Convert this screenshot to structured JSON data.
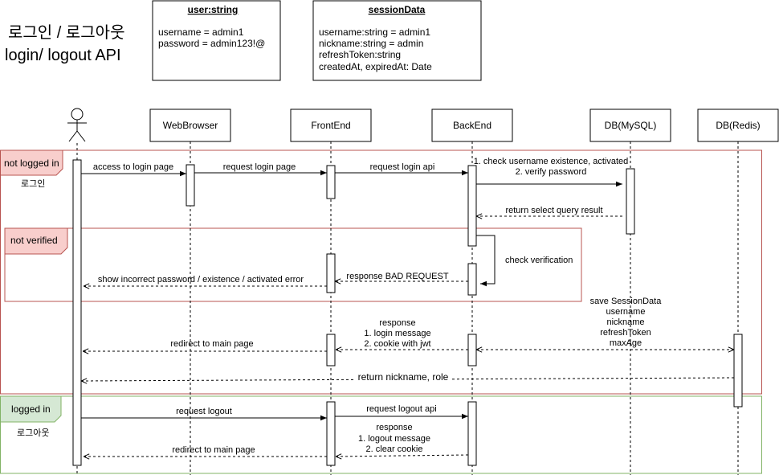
{
  "title": {
    "line1": "로그인 / 로그아웃",
    "line2": "login/ logout API"
  },
  "notes": {
    "user": {
      "heading": "user:string",
      "lines": [
        "username = admin1",
        "password = admin123!@"
      ]
    },
    "session": {
      "heading": "sessionData",
      "lines": [
        "username:string = admin1",
        "nickname:string = admin",
        "refreshToken:string",
        "createdAt, expiredAt: Date"
      ]
    }
  },
  "participants": [
    "WebBrowser",
    "FrontEnd",
    "BackEnd",
    "DB(MySQL)",
    "DB(Redis)"
  ],
  "fragments": {
    "not_logged_in": {
      "tag": "not logged in",
      "label": "로그인",
      "color": "#b85450",
      "fill": "#f8cecc"
    },
    "not_verified": {
      "tag": "not verified",
      "color": "#b85450",
      "fill": "#f8cecc"
    },
    "logged_in": {
      "tag": "logged in",
      "label": "로그아웃",
      "color": "#82b366",
      "fill": "#d5e8d4"
    }
  },
  "messages": {
    "m1": "access to login page",
    "m2": "request login page",
    "m3": "request login api",
    "m4": [
      "1. check username existence, activated",
      "2. verify password"
    ],
    "m5": "return select query result",
    "m6": "check verification",
    "m7": "response BAD REQUEST",
    "m8": "show incorrect password / existence / activated error",
    "m9": [
      "save SessionData",
      "username",
      "nickname",
      "refreshToken",
      "maxAge"
    ],
    "m10": [
      "response",
      "1. login message",
      "2. cookie with jwt"
    ],
    "m11": "redirect to main page",
    "m12": "return nickname, role",
    "m13": "request logout",
    "m14": "request logout api",
    "m15": [
      "response",
      "1. logout message",
      "2. clear cookie"
    ],
    "m16": "redirect to main page"
  }
}
